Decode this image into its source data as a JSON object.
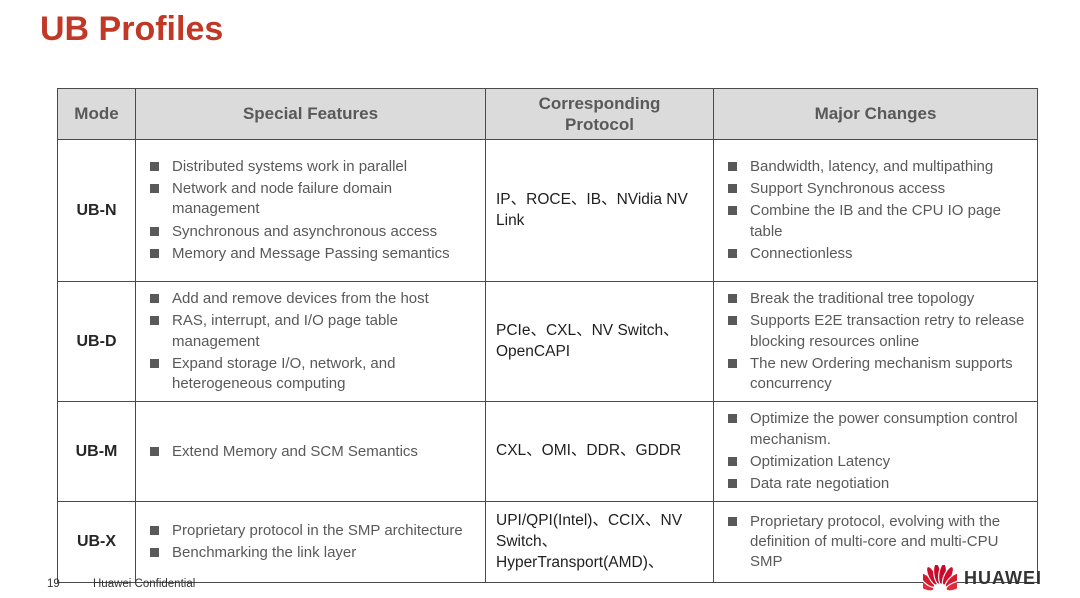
{
  "slide": {
    "title": "UB Profiles"
  },
  "table": {
    "headers": [
      "Mode",
      "Special Features",
      "Corresponding Protocol",
      "Major Changes"
    ],
    "rows": [
      {
        "mode": "UB-N",
        "features": [
          "Distributed systems work in parallel",
          "Network and node failure domain management",
          "Synchronous and asynchronous access",
          "Memory and Message Passing semantics"
        ],
        "protocol": "IP、ROCE、IB、NVidia NV Link",
        "changes": [
          "Bandwidth, latency, and multipathing",
          "Support Synchronous access",
          "Combine the IB and the CPU IO page table",
          "Connectionless"
        ]
      },
      {
        "mode": "UB-D",
        "features": [
          "Add and remove devices from the host",
          "RAS, interrupt, and I/O page table management",
          "Expand storage I/O, network, and heterogeneous computing"
        ],
        "protocol": "PCIe、CXL、NV Switch、OpenCAPI",
        "changes": [
          "Break the traditional tree topology",
          "Supports E2E transaction retry to release blocking resources online",
          "The new Ordering mechanism supports concurrency"
        ]
      },
      {
        "mode": "UB-M",
        "features": [
          "Extend Memory and SCM Semantics"
        ],
        "protocol": "CXL、OMI、DDR、GDDR",
        "changes": [
          "Optimize the power consumption control mechanism.",
          "Optimization Latency",
          "Data rate negotiation"
        ]
      },
      {
        "mode": "UB-X",
        "features": [
          "Proprietary protocol in the SMP architecture",
          "Benchmarking the link layer"
        ],
        "protocol": "UPI/QPI(Intel)、CCIX、NV Switch、HyperTransport(AMD)、",
        "changes": [
          "Proprietary protocol, evolving with the definition of multi-core and multi-CPU SMP"
        ]
      }
    ]
  },
  "footer": {
    "page_number": "19",
    "confidential": "Huawei Confidential",
    "logo_text": "HUAWEI"
  },
  "colors": {
    "title_red": "#c23827",
    "logo_red": "#ce0e2d",
    "header_bg": "#dbdbdb",
    "body_text": "#595959",
    "border": "#4a4a4a"
  }
}
